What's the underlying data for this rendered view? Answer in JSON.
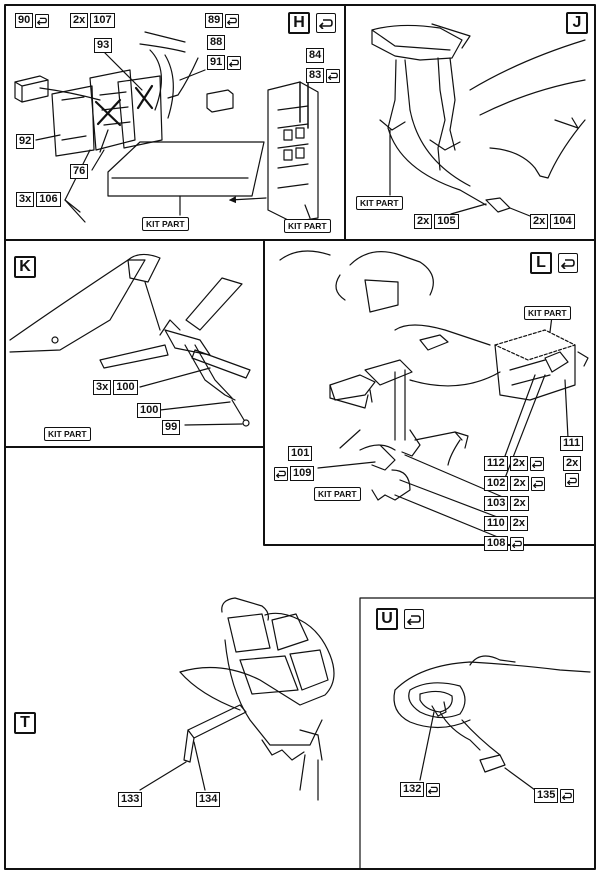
{
  "panels": {
    "H": {
      "letter": "H",
      "kit_part": "KIT PART",
      "kit_part2": "KIT PART",
      "parts": [
        "90",
        "107",
        "93",
        "89",
        "88",
        "91",
        "84",
        "83",
        "92",
        "76",
        "106"
      ],
      "qty": {
        "p107": "2x",
        "p106": "3x"
      }
    },
    "J": {
      "letter": "J",
      "kit_part": "KIT PART",
      "parts": [
        "105",
        "104"
      ],
      "qty": {
        "p105": "2x",
        "p104": "2x"
      }
    },
    "K": {
      "letter": "K",
      "kit_part": "KIT PART",
      "parts": [
        "100",
        "100",
        "99"
      ],
      "qty": {
        "p100": "3x"
      }
    },
    "L": {
      "letter": "L",
      "kit_part": "KIT PART",
      "kit_part2": "KIT PART",
      "parts": [
        "101",
        "109",
        "112",
        "102",
        "103",
        "110",
        "108",
        "111"
      ],
      "qty": {
        "p112": "2x",
        "p102": "2x",
        "p103": "2x",
        "p110": "2x",
        "p111": "2x"
      }
    },
    "T": {
      "letter": "T",
      "parts": [
        "133",
        "134"
      ]
    },
    "U": {
      "letter": "U",
      "parts": [
        "132",
        "135"
      ]
    }
  },
  "icons": {
    "reverse_side": "reverse-arrow-icon"
  },
  "colors": {
    "ink": "#111111",
    "paper": "#ffffff"
  }
}
